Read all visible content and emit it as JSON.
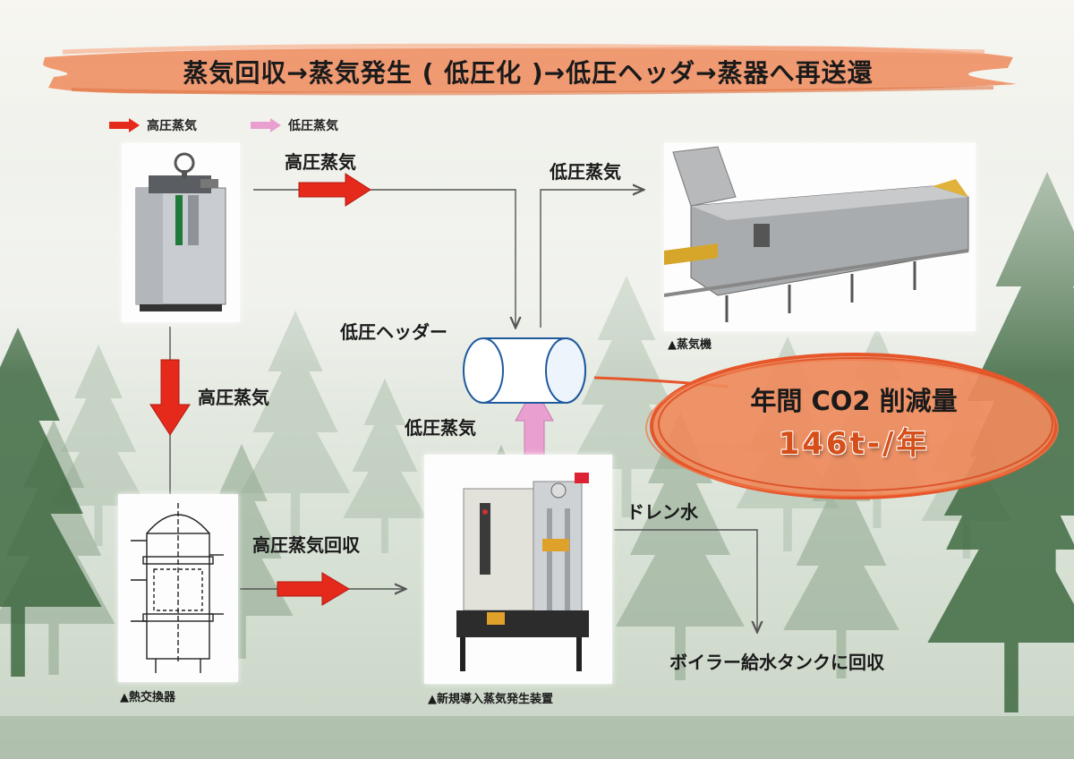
{
  "title": "蒸気回収→蒸気発生 ( 低圧化 )→低圧ヘッダ→蒸器へ再送還",
  "legend": {
    "high_pressure": "高圧蒸気",
    "low_pressure": "低圧蒸気"
  },
  "labels": {
    "boiler_down": "高圧蒸気",
    "boiler_right": "高圧蒸気",
    "header_out": "低圧蒸気",
    "header": "低圧ヘッダー",
    "generator_up": "低圧蒸気",
    "recovery": "高圧蒸気回収",
    "drain": "ドレン水",
    "tank": "ボイラー給水タンクに回収"
  },
  "captions": {
    "steamer": "▲蒸気機",
    "heat_exchanger": "▲熱交換器",
    "generator": "▲新規導入蒸気発生装置"
  },
  "co2": {
    "title": "年間 CO2 削減量",
    "value": "146t-/年"
  },
  "colors": {
    "high_pressure_arrow": "#e52a1c",
    "low_pressure_arrow": "#e9a0d0",
    "brush": "#ef8a5c",
    "co2_value": "#d64f1a"
  },
  "icons": {
    "high_pressure_legend": "red-arrow-icon",
    "low_pressure_legend": "pink-arrow-icon"
  }
}
